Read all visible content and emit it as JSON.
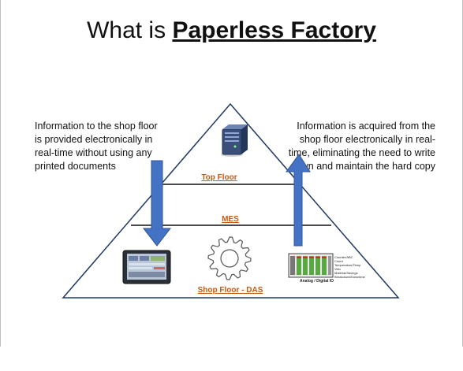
{
  "title": {
    "prefix": "What is ",
    "emphasis": "Paperless Factory"
  },
  "notes": {
    "left": "Information to the shop floor is provided electronically in real-time without using any printed documents",
    "right": "Information is acquired from the shop floor electronically in real-time, eliminating the need to write down and maintain the hard copy"
  },
  "pyramid": {
    "levels": {
      "top": "Top Floor",
      "middle": "MES",
      "bottom": "Shop Floor - DAS"
    },
    "io_label": "Analog / Digital IO",
    "io_module_lines": [
      "Counter/ABC",
      "Count",
      "Temperature/Temp",
      "Velo",
      "Material/Savings",
      "Breakdown/Downtime"
    ]
  },
  "icons": {
    "server": "server-icon",
    "gear": "gear-icon",
    "touch_panel": "touch-panel-icon",
    "io_module": "io-module-icon",
    "down_arrow": "arrow-down-icon",
    "up_arrow": "arrow-up-icon"
  },
  "colors": {
    "arrow": "#4472c4",
    "arrow_stroke": "#2f5597",
    "level_label": "#c55a11",
    "outline": "#1f3864"
  }
}
